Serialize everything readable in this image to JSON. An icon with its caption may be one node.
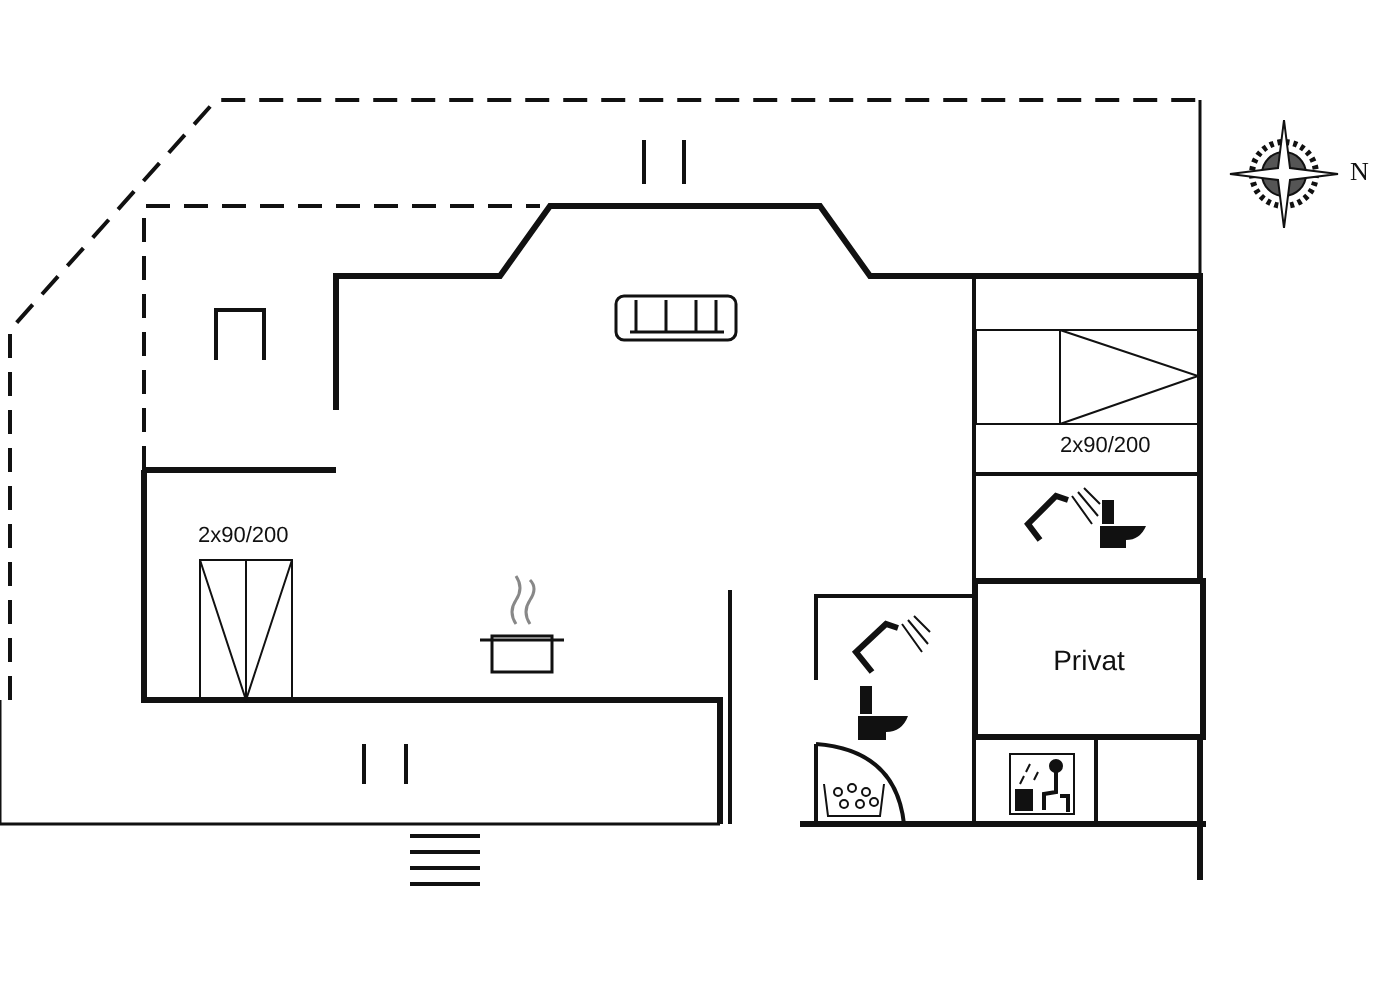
{
  "diagram": {
    "nodes": [
      {
        "text": [
          "Privat"
        ]
      }
    ],
    "labels": [
      "N",
      "2x90/200",
      "2x90/200"
    ]
  }
}
